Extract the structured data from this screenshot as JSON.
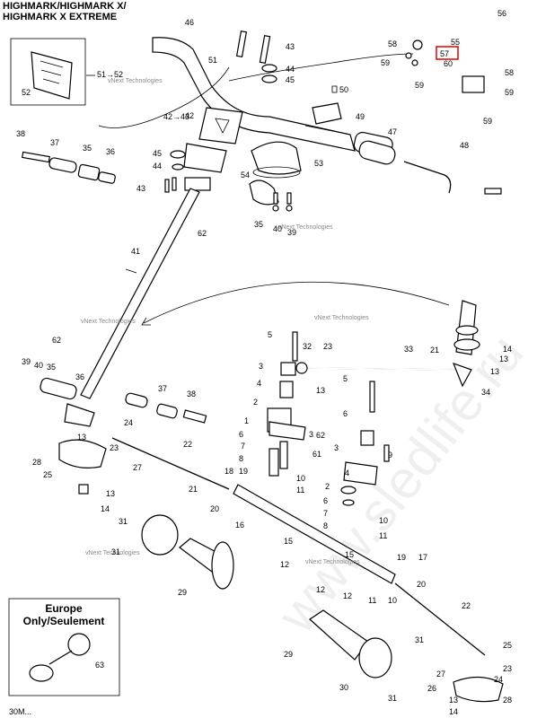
{
  "title_lines": [
    "HIGHMARK/HIGHMARK X/",
    "HIGHMARK X EXTREME"
  ],
  "watermark": "vNext Technologies",
  "big_watermark": "www.sledlife.ru",
  "inset": {
    "title_lines": [
      "Europe",
      "Only/Seulement"
    ],
    "part": "63"
  },
  "highlighted_part": "57",
  "refs": {
    "ref_51_52": "51→52",
    "ref_42_43": "42→43",
    "ref_50": "50"
  },
  "callouts": {
    "c46": "46",
    "c43a": "43",
    "c44a": "44",
    "c45a": "45",
    "c51": "51",
    "c52": "52",
    "c42": "42",
    "c38a": "38",
    "c37a": "37",
    "c35a": "35",
    "c36a": "36",
    "c45b": "45",
    "c44b": "44",
    "c43b": "43",
    "c49": "49",
    "c47": "47",
    "c48": "48",
    "c53": "53",
    "c54": "54",
    "c35b": "35",
    "c40a": "40",
    "c39a": "39",
    "c62a": "62",
    "c56": "56",
    "c55": "55",
    "c58a": "58",
    "c59a": "59",
    "c59b": "59",
    "c59c": "59",
    "c59d": "59",
    "c60": "60",
    "c58b": "58",
    "c41": "41",
    "c5a": "5",
    "c32": "32",
    "c23a": "23",
    "c33": "33",
    "c21a": "21",
    "c14a": "14",
    "c13a": "13",
    "c13b": "13",
    "c34": "34",
    "c39b": "39",
    "c40b": "40",
    "c35c": "35",
    "c36b": "36",
    "c37b": "37",
    "c38b": "38",
    "c62b": "62",
    "c3a": "3",
    "c13c": "13",
    "c4a": "4",
    "c2": "2",
    "c1": "1",
    "c6a": "6",
    "c7a": "7",
    "c8a": "8",
    "c3b": "3",
    "c10a": "10",
    "c11a": "11",
    "c5b": "5",
    "c6b": "6",
    "c62c": "62",
    "c61": "61",
    "c3c": "3",
    "c4b": "4",
    "c9": "9",
    "c2b": "2",
    "c6c": "6",
    "c7b": "7",
    "c8b": "8",
    "c24": "24",
    "c13d": "13",
    "c23b": "23",
    "c22a": "22",
    "c28": "28",
    "c25a": "25",
    "c27a": "27",
    "c13e": "13",
    "c14b": "14",
    "c18": "18",
    "c19a": "19",
    "c21b": "21",
    "c20a": "20",
    "c16": "16",
    "c10b": "10",
    "c11b": "11",
    "c15a": "15",
    "c12a": "12",
    "c31a": "31",
    "c31b": "31",
    "c29a": "29",
    "c15b": "15",
    "c12b": "12",
    "c12c": "12",
    "c11c": "11",
    "c10c": "10",
    "c19b": "19",
    "c17": "17",
    "c20b": "20",
    "c22b": "22",
    "c29b": "29",
    "c31c": "31",
    "c30": "30",
    "c31d": "31",
    "c25b": "25",
    "c23c": "23",
    "c24b": "24",
    "c27b": "27",
    "c26": "26",
    "c13f": "13",
    "c14c": "14",
    "c28b": "28"
  },
  "footer_code": "30M..."
}
